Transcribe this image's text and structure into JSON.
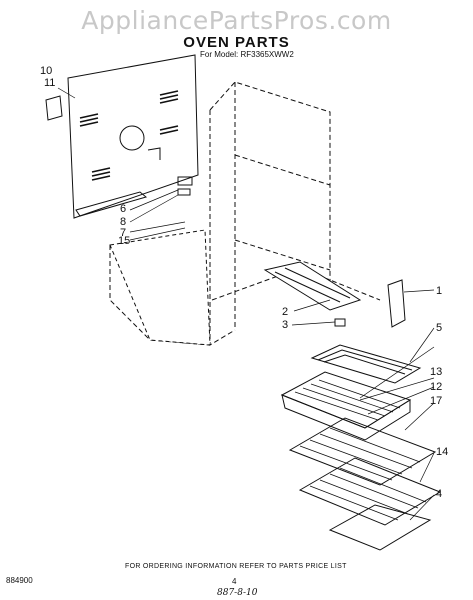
{
  "watermark": "AppliancePartsPros.com",
  "title": "OVEN PARTS",
  "subtitle": "For Model: RF3365XWW2",
  "callouts": {
    "c1": "1",
    "c2": "2",
    "c3": "3",
    "c4": "4",
    "c5": "5",
    "c6": "6",
    "c7": "7",
    "c8": "8",
    "c10": "10",
    "c11": "11",
    "c12": "12",
    "c13": "13",
    "c14": "14",
    "c15": "15",
    "c17": "17"
  },
  "footer": {
    "code": "884900",
    "note": "FOR ORDERING INFORMATION REFER TO PARTS PRICE LIST",
    "page": "4",
    "handwriting": "887-8-10"
  }
}
